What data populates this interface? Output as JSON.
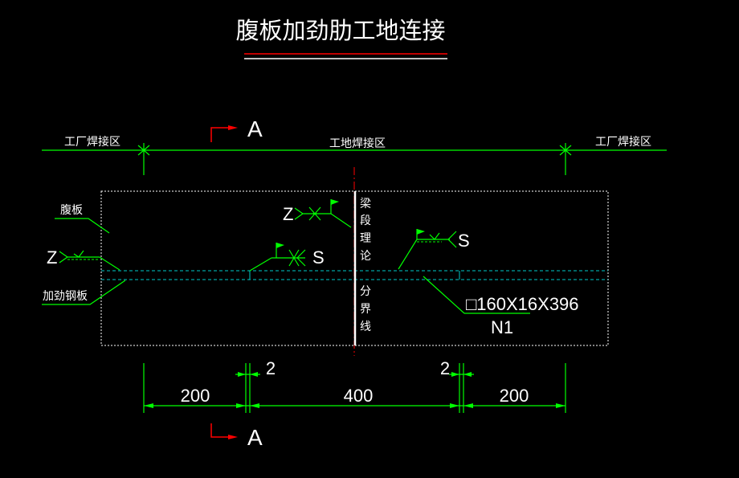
{
  "title": "腹板加劲肋工地连接",
  "zones": {
    "left": "工厂焊接区",
    "middle": "工地焊接区",
    "right": "工厂焊接区"
  },
  "section_marks": {
    "top": "A",
    "bottom": "A"
  },
  "labels": {
    "web": "腹板",
    "stiffener": "加劲钢板",
    "theory_line_chars": [
      "梁",
      "段",
      "理",
      "论",
      "分",
      "界",
      "线"
    ]
  },
  "weld_symbols": {
    "left_side": "Z",
    "center_top_left": "Z",
    "center_right": "S",
    "right_right": "S"
  },
  "part_callout": {
    "spec": "□160X16X396",
    "mark": "N1"
  },
  "dimensions": {
    "gap_left": "2",
    "gap_right": "2",
    "seg_left": "200",
    "seg_middle": "400",
    "seg_right": "200"
  },
  "colors": {
    "background": "#000000",
    "title_text": "#ffffff",
    "drawing_green": "#00ff00",
    "weld_green": "#1ee81e",
    "dashed_cyan": "#00c8c8",
    "section_red": "#ff0000",
    "center_red": "#ff0000",
    "outline_white": "#ffffff"
  }
}
